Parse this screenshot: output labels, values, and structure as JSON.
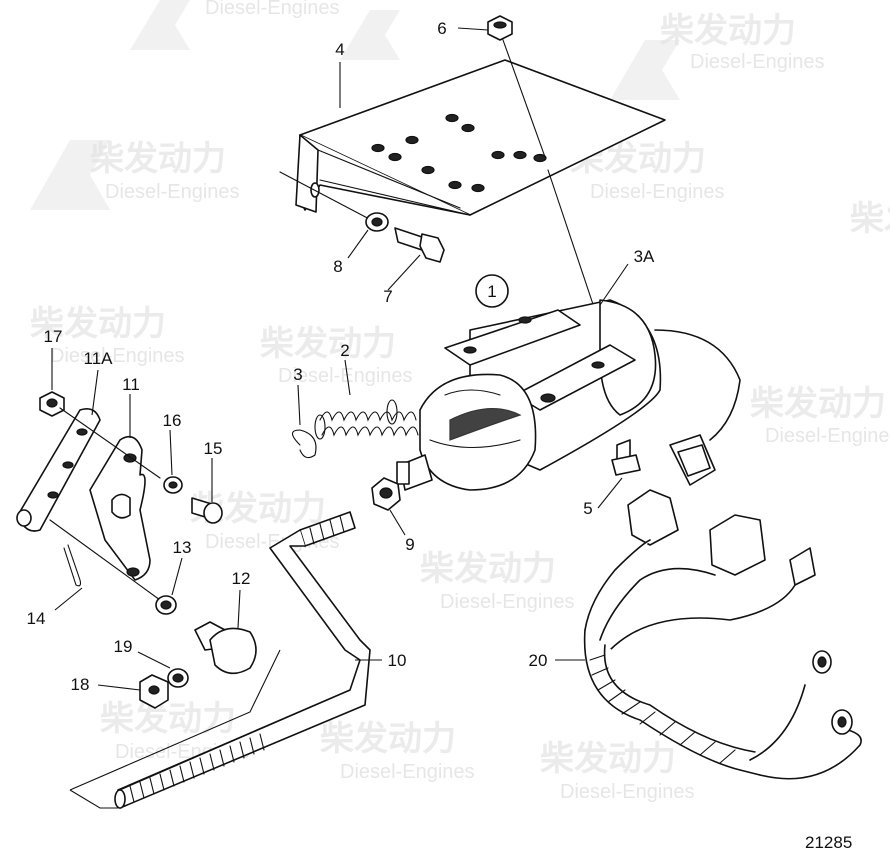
{
  "watermark": {
    "brand_cn": "柴发动力",
    "brand_en": "Diesel-Engines"
  },
  "callouts": {
    "c1": "1",
    "c2": "2",
    "c3": "3",
    "c3A": "3A",
    "c4": "4",
    "c5": "5",
    "c6": "6",
    "c7": "7",
    "c8": "8",
    "c9": "9",
    "c10": "10",
    "c11": "11",
    "c11A": "11A",
    "c12": "12",
    "c13": "13",
    "c14": "14",
    "c15": "15",
    "c16": "16",
    "c17": "17",
    "c18": "18",
    "c19": "19",
    "c20": "20"
  },
  "drawing_number": "21285"
}
